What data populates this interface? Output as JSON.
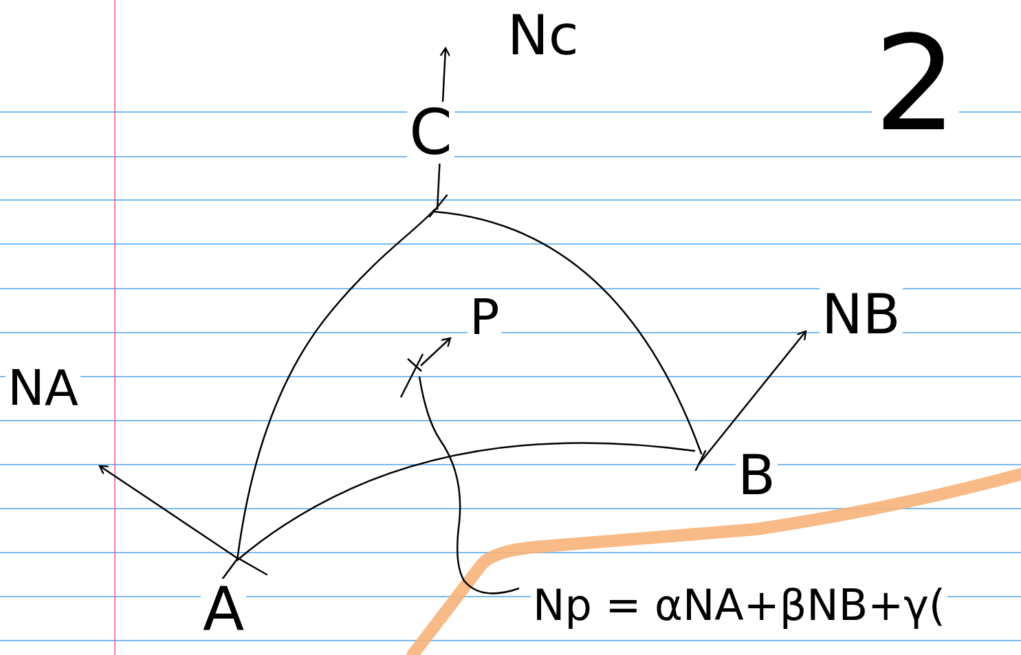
{
  "diagram": {
    "labels": [
      "Nc",
      "C",
      "2",
      "P",
      "NB",
      "NA",
      "B",
      "A",
      "Np = αNA+βNB+γ("
    ]
  }
}
